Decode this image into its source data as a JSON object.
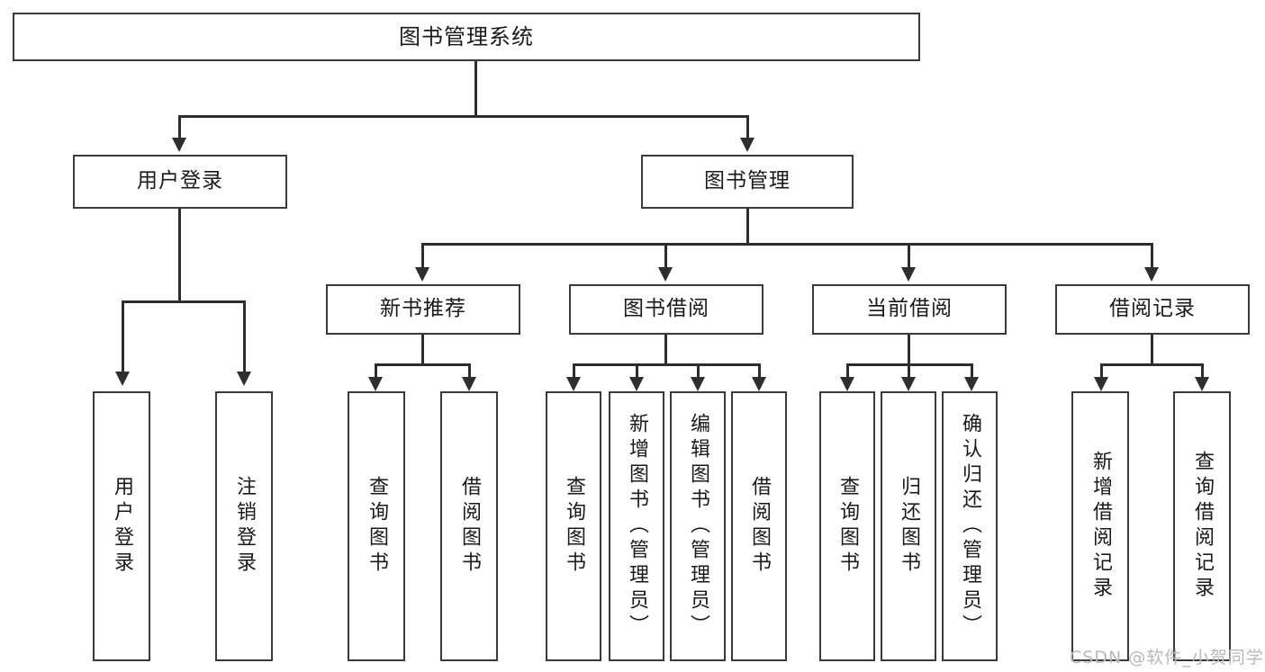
{
  "diagram": {
    "type": "tree-hierarchy",
    "title": "图书管理系统",
    "root": {
      "id": "root",
      "label": "图书管理系统"
    },
    "level2": [
      {
        "id": "user-login",
        "label": "用户登录"
      },
      {
        "id": "book-management",
        "label": "图书管理"
      }
    ],
    "level3": [
      {
        "id": "new-book-recommend",
        "label": "新书推荐",
        "parent": "book-management"
      },
      {
        "id": "book-borrow",
        "label": "图书借阅",
        "parent": "book-management"
      },
      {
        "id": "current-borrow",
        "label": "当前借阅",
        "parent": "book-management"
      },
      {
        "id": "borrow-record",
        "label": "借阅记录",
        "parent": "book-management"
      }
    ],
    "leaves": {
      "user_login": [
        {
          "id": "leaf-user-login",
          "label": "用户登录"
        },
        {
          "id": "leaf-user-logout",
          "label": "注销登录"
        }
      ],
      "new_book_recommend": [
        {
          "id": "leaf-query-book-1",
          "label": "查询图书"
        },
        {
          "id": "leaf-borrow-book-1",
          "label": "借阅图书"
        }
      ],
      "book_borrow": [
        {
          "id": "leaf-query-book-2",
          "label": "查询图书"
        },
        {
          "id": "leaf-add-book",
          "label": "新增图书（管理员）"
        },
        {
          "id": "leaf-edit-book",
          "label": "编辑图书（管理员）"
        },
        {
          "id": "leaf-borrow-book-2",
          "label": "借阅图书"
        }
      ],
      "current_borrow": [
        {
          "id": "leaf-query-book-3",
          "label": "查询图书"
        },
        {
          "id": "leaf-return-book",
          "label": "归还图书"
        },
        {
          "id": "leaf-confirm-return",
          "label": "确认归还（管理员）"
        }
      ],
      "borrow_record": [
        {
          "id": "leaf-add-record",
          "label": "新增借阅记录"
        },
        {
          "id": "leaf-query-record",
          "label": "查询借阅记录"
        }
      ]
    }
  },
  "watermark": {
    "text": "CSDN @软件_小贺同学"
  },
  "colors": {
    "box_border": "#3a3a3a",
    "connector": "#2e2e2e",
    "background": "#ffffff",
    "text": "#1a1a1a",
    "watermark": "#b9b9b9"
  }
}
